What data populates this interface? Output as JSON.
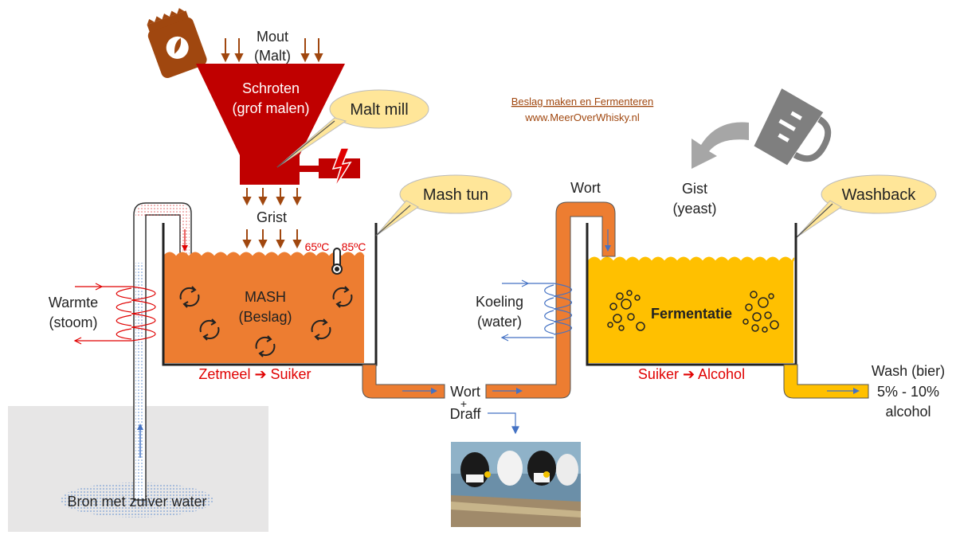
{
  "malt": {
    "line1": "Mout",
    "line2": "(Malt)"
  },
  "hopper": {
    "line1": "Schroten",
    "line2": "(grof malen)"
  },
  "callouts": {
    "malt_mill": "Malt mill",
    "mash_tun": "Mash tun",
    "washback": "Washback"
  },
  "credit": {
    "title": "Beslag maken en Fermenteren",
    "url": "www.MeerOverWhisky.nl"
  },
  "grist": "Grist",
  "temps": {
    "low": "65ºC",
    "high": "85ºC"
  },
  "heat": {
    "line1": "Warmte",
    "line2": "(stoom)"
  },
  "mash": {
    "line1": "MASH",
    "line2": "(Beslag)",
    "conversion": "Zetmeel ➔ Suiker"
  },
  "water_source": "Bron met zuiver water",
  "transfer": {
    "wort": "Wort",
    "plus": "+",
    "draff": "Draff"
  },
  "wort_top": "Wort",
  "yeast": {
    "line1": "Gist",
    "line2": "(yeast)"
  },
  "cooling": {
    "line1": "Koeling",
    "line2": "(water)"
  },
  "fermentation": {
    "label": "Fermentatie",
    "conversion": "Suiker ➔ Alcohol"
  },
  "wash": {
    "line1": "Wash (bier)",
    "line2": "5% - 10%",
    "line3": "alcohol"
  },
  "colors": {
    "mash": "#ED7D31",
    "wash": "#FFC000",
    "hopper": "#C00000",
    "red_text": "#E00000",
    "brown_icon": "#A0470F",
    "callout": "#FFE699",
    "grey_box": "#E7E6E6",
    "water_blue": "#4472C4",
    "credit": "#A0470F"
  }
}
